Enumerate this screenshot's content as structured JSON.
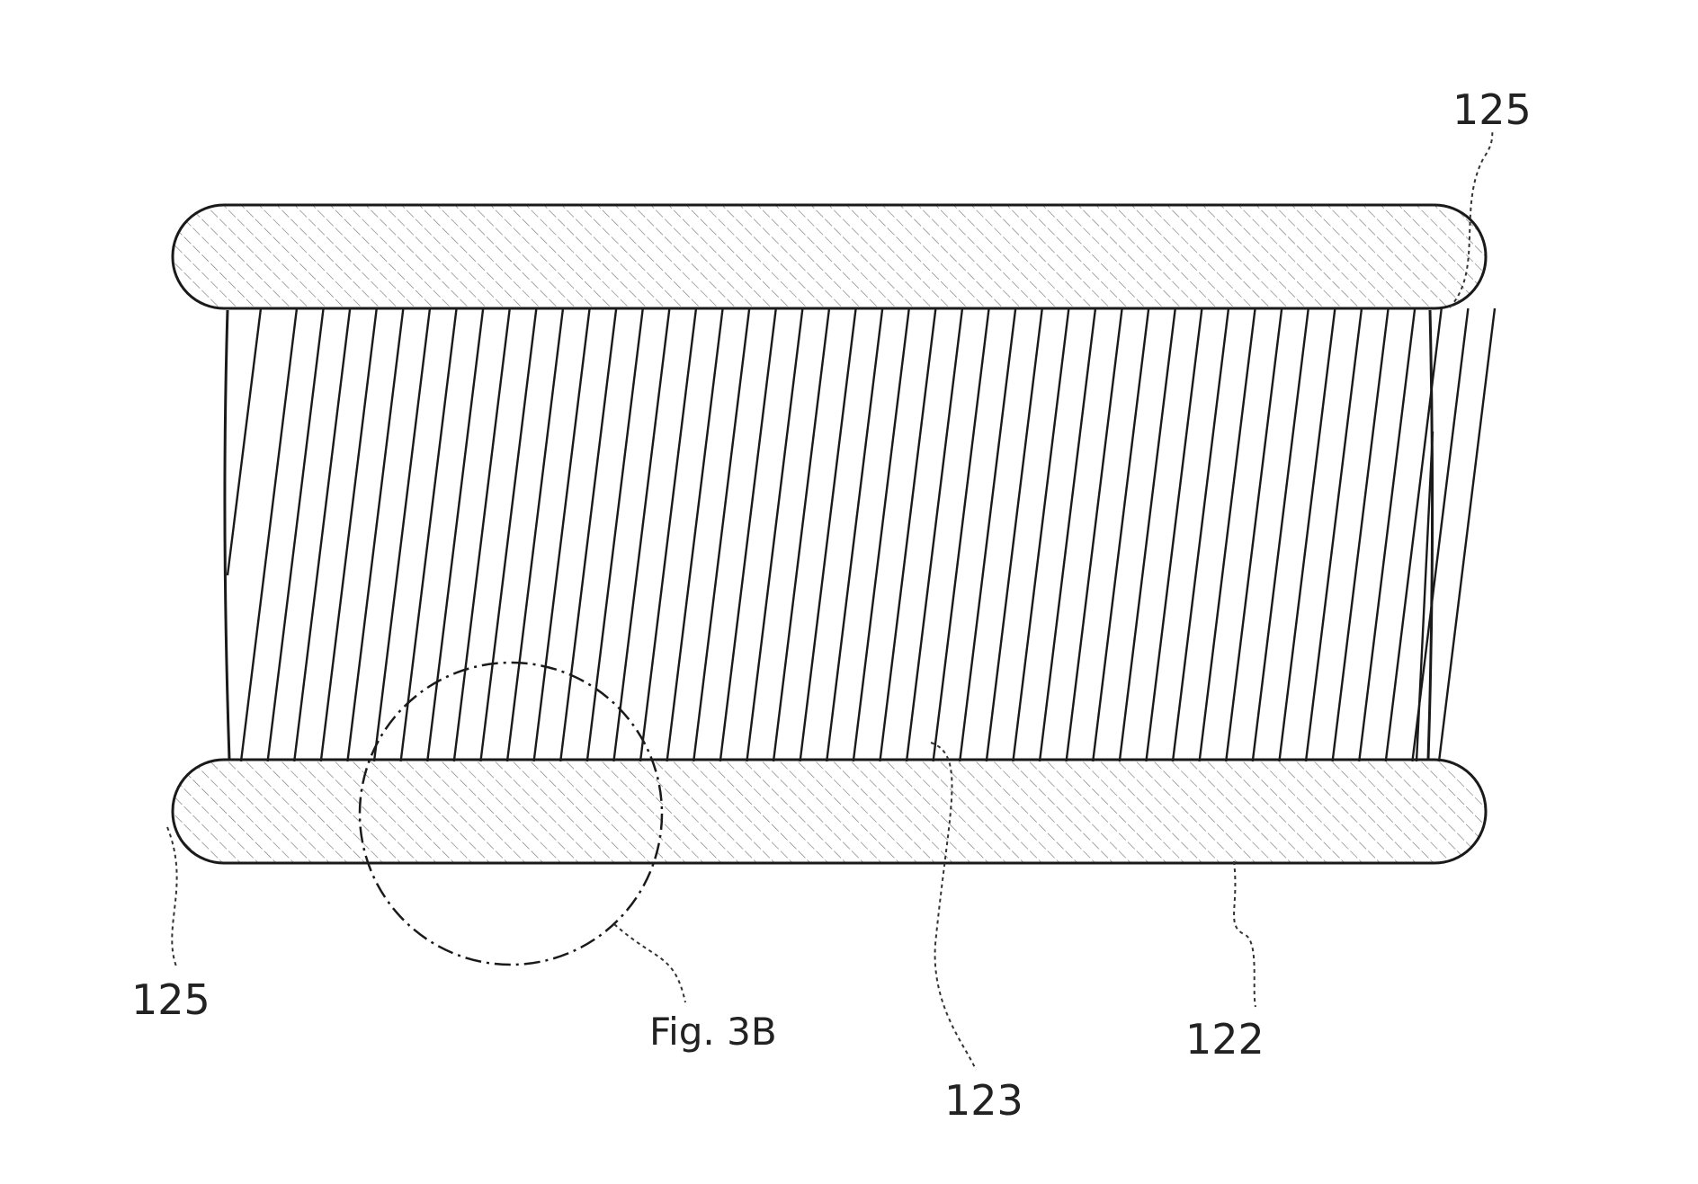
{
  "labels": {
    "ring_top": "125",
    "ring_bottom": "125",
    "figure_ref": "Fig. 3B",
    "coil": "123",
    "band": "122"
  },
  "colors": {
    "line": "#1a1a1a",
    "hatch": "#555555",
    "background": "#ffffff"
  }
}
